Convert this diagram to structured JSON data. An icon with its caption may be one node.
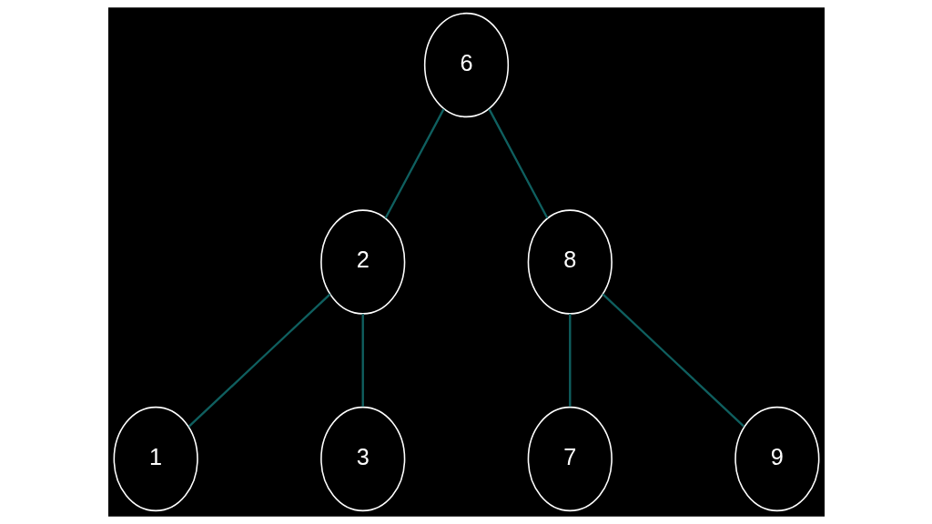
{
  "diagram": {
    "nodes": [
      {
        "text": [
          "6"
        ]
      },
      {
        "text": [
          "2"
        ]
      },
      {
        "text": [
          "8"
        ]
      },
      {
        "text": [
          "1"
        ]
      },
      {
        "text": [
          "3"
        ]
      },
      {
        "text": [
          "7"
        ]
      },
      {
        "text": [
          "9"
        ]
      }
    ],
    "edges": [
      {
        "from": 0,
        "to": 1,
        "arrow": "none"
      },
      {
        "from": 0,
        "to": 2,
        "arrow": "none"
      },
      {
        "from": 1,
        "to": 3,
        "arrow": "none"
      },
      {
        "from": 1,
        "to": 4,
        "arrow": "none"
      },
      {
        "from": 2,
        "to": 5,
        "arrow": "none"
      },
      {
        "from": 2,
        "to": 6,
        "arrow": "none"
      }
    ]
  }
}
